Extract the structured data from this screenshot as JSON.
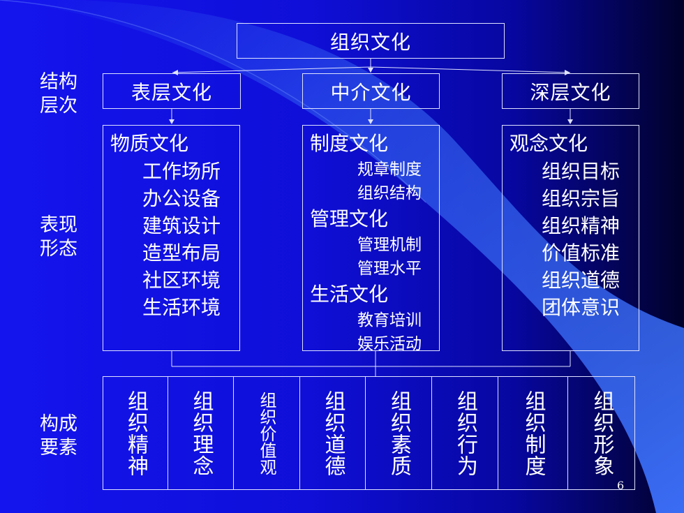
{
  "title": "组织文化",
  "side_labels": {
    "structure": "结构\n层次",
    "form": "表现\n形态",
    "elements": "构成\n要素"
  },
  "levels": [
    {
      "label": "表层文化"
    },
    {
      "label": "中介文化"
    },
    {
      "label": "深层文化"
    }
  ],
  "content": {
    "surface": {
      "heading": "物质文化",
      "items": [
        "工作场所",
        "办公设备",
        "建筑设计",
        "造型布局",
        "社区环境",
        "生活环境"
      ]
    },
    "middle": {
      "groups": [
        {
          "heading": "制度文化",
          "items": [
            "规章制度",
            "组织结构"
          ]
        },
        {
          "heading": "管理文化",
          "items": [
            "管理机制",
            "管理水平"
          ]
        },
        {
          "heading": "生活文化",
          "items": [
            "教育培训",
            "娱乐活动"
          ]
        }
      ]
    },
    "deep": {
      "heading": "观念文化",
      "items": [
        "组织目标",
        "组织宗旨",
        "组织精神",
        "价值标准",
        "组织道德",
        "团体意识"
      ]
    }
  },
  "elements": [
    "组织精神",
    "组织理念",
    "组织价值观",
    "组织道德",
    "组织素质",
    "组织行为",
    "组织制度",
    "组织形象"
  ],
  "page_number": "6",
  "colors": {
    "background": "#1414ee",
    "swoosh": "#3a6cf4",
    "border": "#dfe3ff",
    "text": "#ffffff"
  }
}
